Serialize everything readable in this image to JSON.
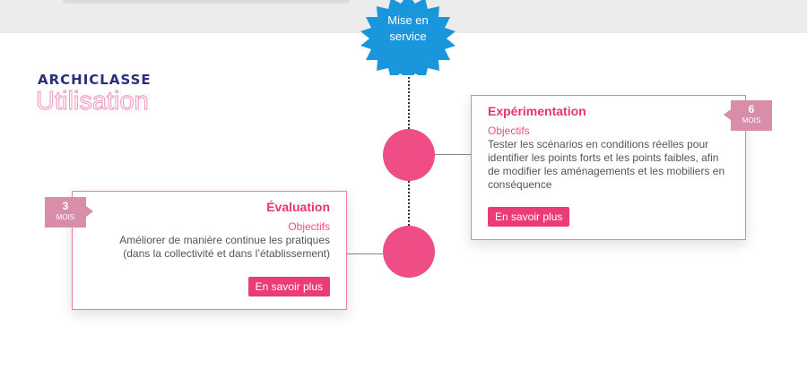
{
  "milestone": {
    "label_line1": "Mise en",
    "label_line2": "service"
  },
  "brand": {
    "logo_text": "ARCHICLASSE",
    "section_title": "Utilisation"
  },
  "cards": {
    "experimentation": {
      "title": "Expérimentation",
      "objectives_label": "Objectifs",
      "description": "Tester les scénarios en conditions réelles pour identifier les points forts et les points faibles, afin de modifier les aménagements et les mobiliers en conséquence",
      "button_label": "En savoir plus",
      "duration_value": "6",
      "duration_unit": "MOIS"
    },
    "evaluation": {
      "title": "Évaluation",
      "objectives_label": "Objectifs",
      "description_line1": "Améliorer de manière continue les pratiques",
      "description_line2": "(dans la collectivité et dans l’établissement)",
      "button_label": "En savoir plus",
      "duration_value": "3",
      "duration_unit": "MOIS"
    }
  },
  "colors": {
    "pink": "#ee4d86",
    "blue": "#1a97dc",
    "badge": "#d88da9"
  }
}
